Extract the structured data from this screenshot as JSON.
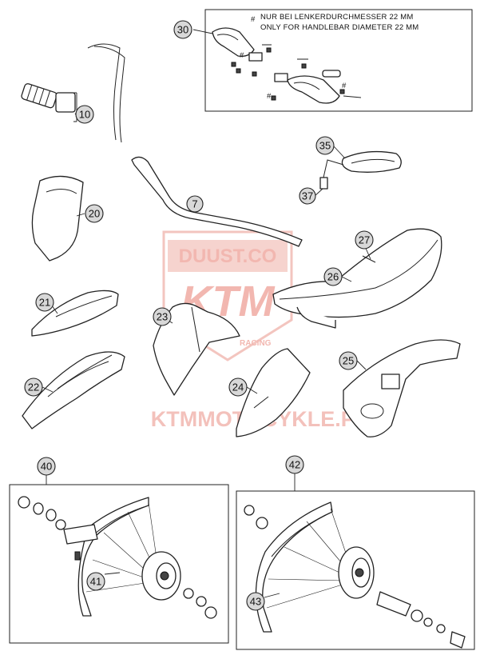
{
  "watermark": {
    "brand_text": "DUUST.CO",
    "logo_text": "KTM",
    "logo_sub": "RACING",
    "footer_text": "KTMMOTOCYKLE.PL"
  },
  "note": {
    "symbol": "#",
    "line_de": "NUR BEI LENKERDURCHMESSER 22 MM",
    "line_en": "ONLY FOR HANDLEBAR DIAMETER 22 MM"
  },
  "callouts": {
    "c30": "30",
    "c10": "10",
    "c35": "35",
    "c37": "37",
    "c7": "7",
    "c20": "20",
    "c27": "27",
    "c26": "26",
    "c21": "21",
    "c23": "23",
    "c22": "22",
    "c24": "24",
    "c25": "25",
    "c40": "40",
    "c41": "41",
    "c42": "42",
    "c43": "43"
  }
}
